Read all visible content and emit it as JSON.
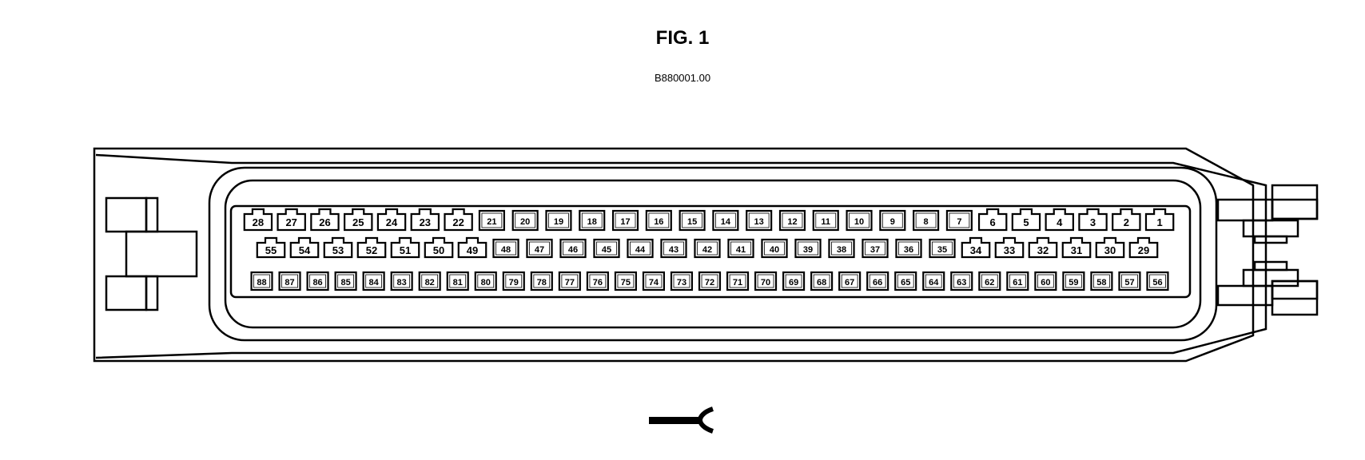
{
  "figure": {
    "title": "FIG. 1",
    "code": "B880001.00"
  },
  "connector": {
    "rows": [
      [
        "28",
        "27",
        "26",
        "25",
        "24",
        "23",
        "22",
        "21",
        "20",
        "19",
        "18",
        "17",
        "16",
        "15",
        "14",
        "13",
        "12",
        "11",
        "10",
        "9",
        "8",
        "7",
        "6",
        "5",
        "4",
        "3",
        "2",
        "1"
      ],
      [
        "55",
        "54",
        "53",
        "52",
        "51",
        "50",
        "49",
        "48",
        "47",
        "46",
        "45",
        "44",
        "43",
        "42",
        "41",
        "40",
        "39",
        "38",
        "37",
        "36",
        "35",
        "34",
        "33",
        "32",
        "31",
        "30",
        "29"
      ],
      [
        "88",
        "87",
        "86",
        "85",
        "84",
        "83",
        "82",
        "81",
        "80",
        "79",
        "78",
        "77",
        "76",
        "75",
        "74",
        "73",
        "72",
        "71",
        "70",
        "69",
        "68",
        "67",
        "66",
        "65",
        "64",
        "63",
        "62",
        "61",
        "60",
        "59",
        "58",
        "57",
        "56"
      ]
    ],
    "keyed_pins": [
      "28",
      "27",
      "26",
      "25",
      "24",
      "23",
      "22",
      "6",
      "5",
      "4",
      "3",
      "2",
      "1",
      "55",
      "54",
      "53",
      "52",
      "51",
      "50",
      "49",
      "34",
      "33",
      "32",
      "31",
      "30",
      "29"
    ]
  },
  "symbol": {
    "icon": "connector-terminal-icon"
  }
}
